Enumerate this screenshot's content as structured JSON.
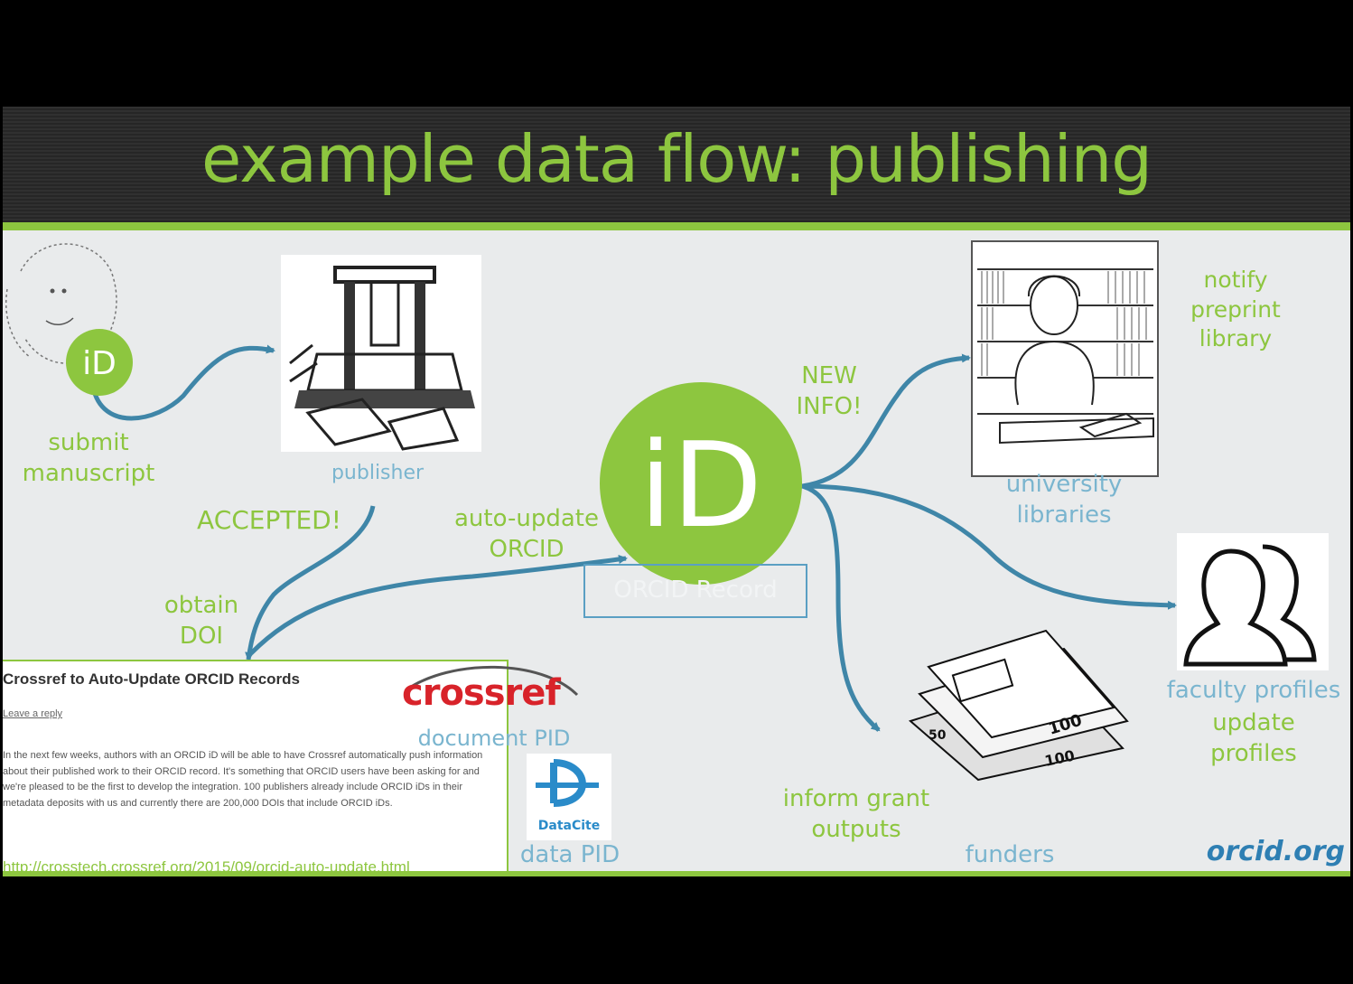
{
  "title": "example data flow: publishing",
  "labels": {
    "submit": "submit\nmanuscript",
    "publisher": "publisher",
    "accepted": "ACCEPTED!",
    "obtain_doi": "obtain\nDOI",
    "auto_update": "auto-update\nORCID",
    "orcid_record": "ORCID Record",
    "new_info": "NEW\nINFO!",
    "university_libraries": "university\nlibraries",
    "notify": "notify\npreprint\nlibrary",
    "faculty_profiles": "faculty profiles",
    "update_profiles": "update\nprofiles",
    "inform_grant": "inform grant\noutputs",
    "funders": "funders",
    "document_pid": "document PID",
    "data_pid": "data PID",
    "orcid_url": "orcid.org",
    "id_glyph": "iD"
  },
  "crossref_card": {
    "title": "Crossref to Auto-Update ORCID Records",
    "link": "Leave a reply",
    "body": "In the next few weeks, authors with an ORCID iD will be able to have Crossref automatically push information about their published work to their ORCID record. It's something that ORCID users have been asking for and we're pleased to be the first to develop the integration. 100 publishers already include ORCID iDs in their metadata deposits with us and currently there are 200,000 DOIs that include ORCID iDs.",
    "url": "http://crosstech.crossref.org/2015/09/orcid-auto-update.html"
  },
  "logos": {
    "crossref": "crossref",
    "datacite": "DataCite"
  },
  "colors": {
    "orcid_green": "#8dc63f",
    "flow_blue": "#3f86a8",
    "label_blue": "#7ab5cf",
    "header_dark": "#2b2b2b"
  }
}
